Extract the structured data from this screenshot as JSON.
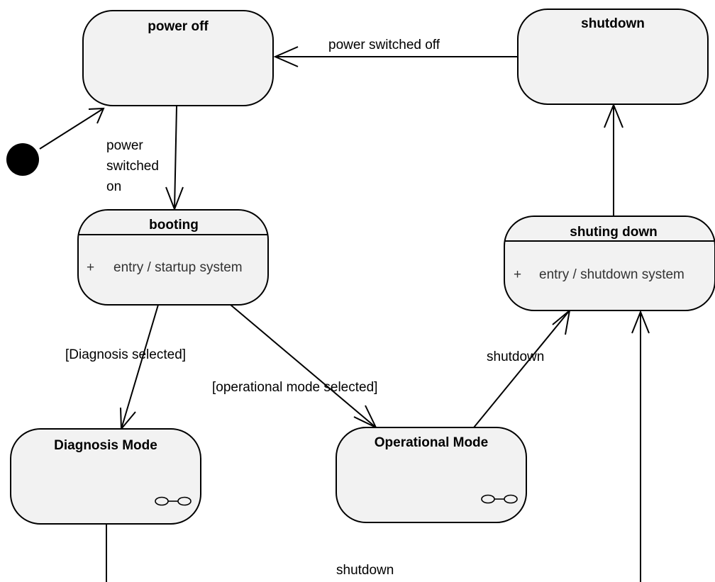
{
  "states": {
    "power_off": {
      "name": "power off"
    },
    "shutdown": {
      "name": "shutdown"
    },
    "booting": {
      "name": "booting",
      "action_marker": "+",
      "action": "entry / startup system"
    },
    "shuting_down": {
      "name": "shuting down",
      "action_marker": "+",
      "action": "entry / shutdown system"
    },
    "diagnosis_mode": {
      "name": "Diagnosis Mode",
      "submachine_icon": "submachine-icon"
    },
    "operational_mode": {
      "name": "Operational Mode",
      "submachine_icon": "submachine-icon"
    }
  },
  "pseudostates": {
    "initial": {
      "kind": "initial-node"
    }
  },
  "transitions": {
    "power_switched_off": {
      "from": "shutdown",
      "to": "power off",
      "label": "power switched off"
    },
    "initial_to_power_off": {
      "from": "initial",
      "to": "power off"
    },
    "power_switched_on": {
      "from": "power off",
      "to": "booting",
      "label_lines": [
        "power",
        "switched",
        "on"
      ]
    },
    "diagnosis_selected": {
      "from": "booting",
      "to": "Diagnosis Mode",
      "label": "[Diagnosis selected]"
    },
    "operational_selected": {
      "from": "booting",
      "to": "Operational Mode",
      "label": "[operational mode selected]"
    },
    "shutdown_from_operational": {
      "from": "Operational Mode",
      "to": "shuting down",
      "label": "shutdown"
    },
    "shutdown_from_diagnosis": {
      "from": "Diagnosis Mode",
      "to": "shuting down",
      "label": "shutdown"
    },
    "shuting_down_to_shutdown": {
      "from": "shuting down",
      "to": "shutdown"
    }
  },
  "colors": {
    "state_fill": "#f2f2f2",
    "stroke": "#000000",
    "action_text": "#333333"
  }
}
